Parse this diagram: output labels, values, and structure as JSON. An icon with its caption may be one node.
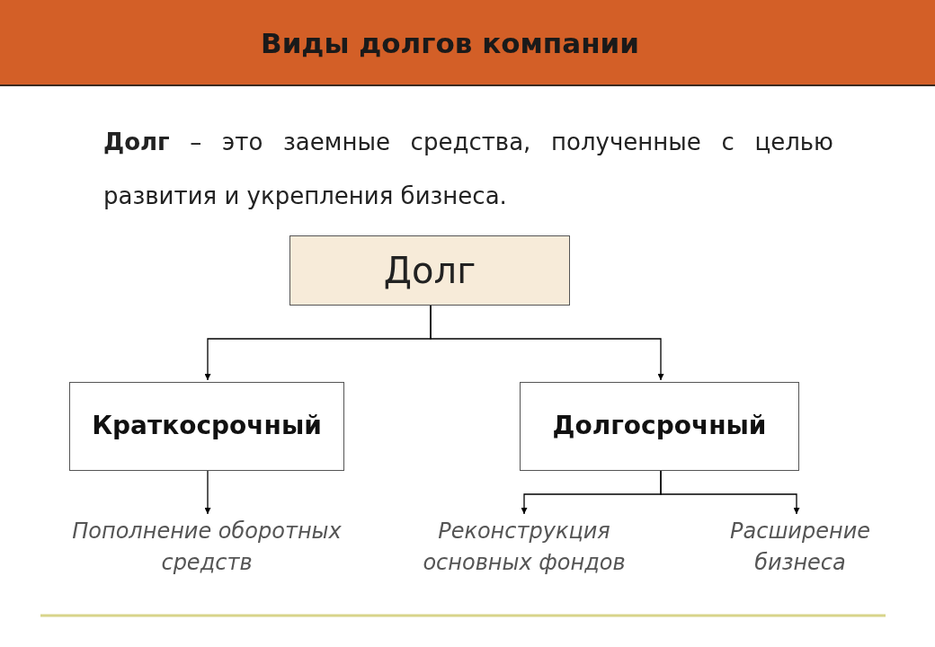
{
  "diagram": {
    "title": "Виды долгов компании",
    "nodes": [
      {
        "text": [
          "Долг"
        ]
      },
      {
        "text": [
          "Краткосрочный"
        ]
      },
      {
        "text": [
          "Долгосрочный"
        ]
      },
      {
        "text": [
          "Пополнение оборотных средств"
        ]
      },
      {
        "text": [
          "Реконструкция основных фондов"
        ]
      },
      {
        "text": [
          "Расширение бизнеса"
        ]
      }
    ],
    "edges": [
      {
        "from": 0,
        "to": 1,
        "arrow": "to"
      },
      {
        "from": 0,
        "to": 2,
        "arrow": "to"
      },
      {
        "from": 1,
        "to": 3,
        "arrow": "to"
      },
      {
        "from": 2,
        "to": 4,
        "arrow": "to"
      },
      {
        "from": 2,
        "to": 5,
        "arrow": "to"
      }
    ],
    "labels": [
      "**Долг** – это заемные средства, полученные с целью развития и укрепления бизнеса."
    ]
  }
}
